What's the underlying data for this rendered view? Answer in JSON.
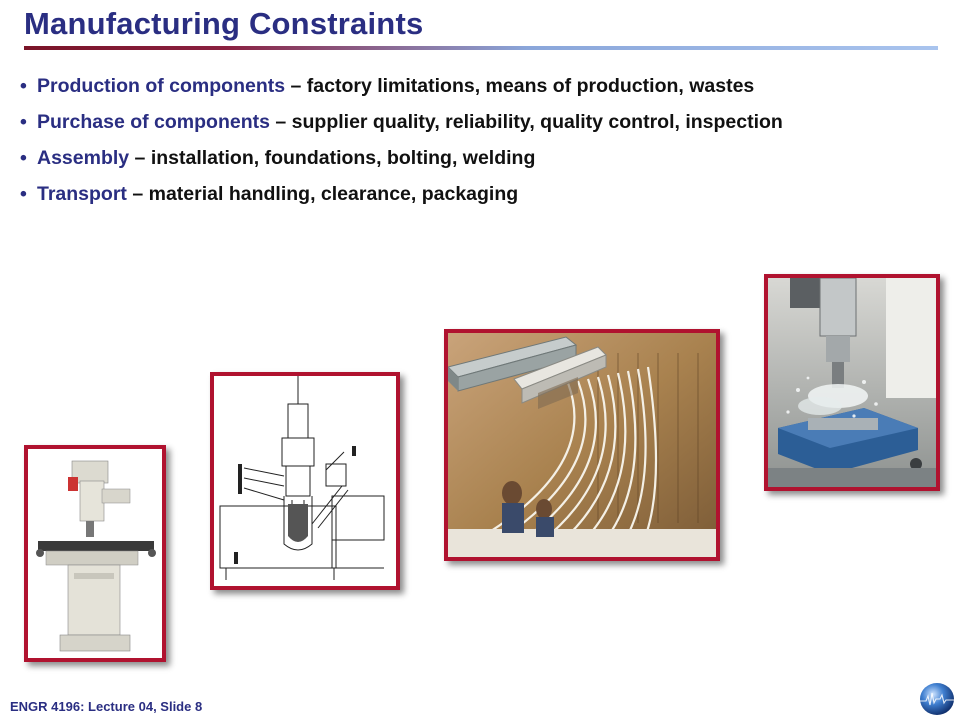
{
  "slide": {
    "title": "Manufacturing Constraints",
    "bullets": [
      {
        "term": "Production of components",
        "sep": " – ",
        "detail": "factory limitations, means of production, wastes"
      },
      {
        "term": "Purchase of components",
        "sep": " – ",
        "detail": "supplier quality, reliability, quality control, inspection"
      },
      {
        "term": "Assembly",
        "sep": " – ",
        "detail": "installation, foundations, bolting, welding"
      },
      {
        "term": "Transport",
        "sep": " – ",
        "detail": "material handling, clearance, packaging"
      }
    ],
    "footer": "ENGR 4196: Lecture 04, Slide 8"
  },
  "colors": {
    "title": "#2a2e82",
    "frame_border": "#b0122f",
    "rule_left": "#7a1428",
    "rule_right": "#a9c4ee"
  },
  "images": [
    {
      "name": "milling-machine-photo"
    },
    {
      "name": "equipment-diagram-drawing"
    },
    {
      "name": "extrusion-and-fiber-photo"
    },
    {
      "name": "cnc-machining-photo"
    }
  ]
}
